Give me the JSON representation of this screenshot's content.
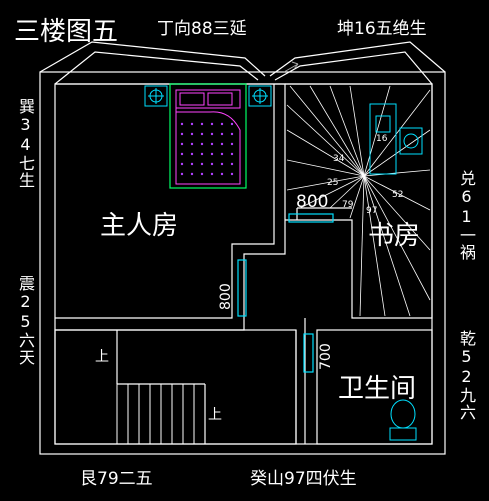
{
  "plan": {
    "title": "三楼图五",
    "facing": "丁向88三延",
    "top_right": "坤16五绝生",
    "bottom_left": "艮79二五",
    "bottom_center": "癸山97四伏生",
    "left_upper": "巽34七生",
    "left_lower": "震25六天",
    "right_upper": "兑61一祸",
    "right_lower": "乾52九六",
    "rooms": {
      "master": "主人房",
      "study": "书房",
      "bath": "卫生间"
    },
    "stair_up_left": "上",
    "stair_up_right": "上",
    "dim_study_door": "800",
    "dim_master_door": "800",
    "dim_bath_door": "700",
    "radial_numbers": [
      "34",
      "25",
      "79",
      "97",
      "52",
      "16"
    ]
  }
}
